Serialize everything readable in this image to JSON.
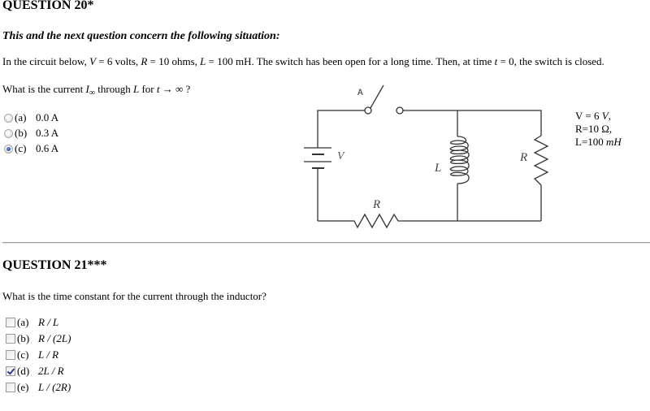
{
  "q20": {
    "title": "QUESTION 20*",
    "intro": "This and the next question concern the following situation:",
    "situation": {
      "p1": "In the circuit below, ",
      "V": "V",
      "p2": " = 6 volts, ",
      "R": "R",
      "p3": " = 10 ohms, ",
      "L": "L",
      "p4": " = 100 mH. The switch has been open for a long time. Then, at time ",
      "t": "t",
      "p5": " = 0, the switch is closed."
    },
    "question": {
      "p1": "What is the current ",
      "I": "I",
      "sub": "∞",
      "p2": " through ",
      "L": "L",
      "p3": " for ",
      "t": "t",
      "p4": " → ∞ ?"
    },
    "options": [
      {
        "label": "(a)",
        "text": "0.0 A",
        "selected": false
      },
      {
        "label": "(b)",
        "text": "0.3 A",
        "selected": false
      },
      {
        "label": "(c)",
        "text": "0.6 A",
        "selected": true
      }
    ],
    "circuit": {
      "switch_label": "A",
      "battery_label": "V",
      "inductor_label": "L",
      "series_resistor_label": "R",
      "parallel_resistor_label": "R"
    },
    "given": {
      "line1_a": "V = 6 ",
      "line1_b": "V",
      "line1_c": ",",
      "line2": "R=10 Ω,",
      "line3_a": "L=100 ",
      "line3_b": "mH"
    }
  },
  "q21": {
    "title": "QUESTION 21***",
    "question": "What is the time constant for the current through the inductor?",
    "options": [
      {
        "label": "(a)",
        "text": "R / L",
        "checked": false
      },
      {
        "label": "(b)",
        "text": "R / (2L)",
        "checked": false
      },
      {
        "label": "(c)",
        "text": "L / R",
        "checked": false
      },
      {
        "label": "(d)",
        "text": "2L / R",
        "checked": true
      },
      {
        "label": "(e)",
        "text": "L / (2R)",
        "checked": false
      }
    ]
  }
}
